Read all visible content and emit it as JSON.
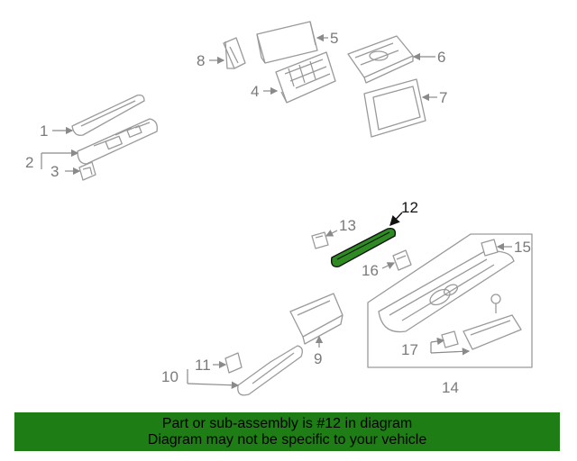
{
  "callouts": {
    "c1": "1",
    "c2": "2",
    "c3": "3",
    "c4": "4",
    "c5": "5",
    "c6": "6",
    "c7": "7",
    "c8": "8",
    "c9": "9",
    "c10": "10",
    "c11": "11",
    "c12": "12",
    "c13": "13",
    "c14": "14",
    "c15": "15",
    "c16": "16",
    "c17": "17"
  },
  "highlight": {
    "part": "12",
    "color": "#2e8b22"
  },
  "banner": {
    "line1": "Part or sub-assembly is #12 in diagram",
    "line2": "Diagram may not be specific to your vehicle",
    "background": "#1e7d14"
  }
}
